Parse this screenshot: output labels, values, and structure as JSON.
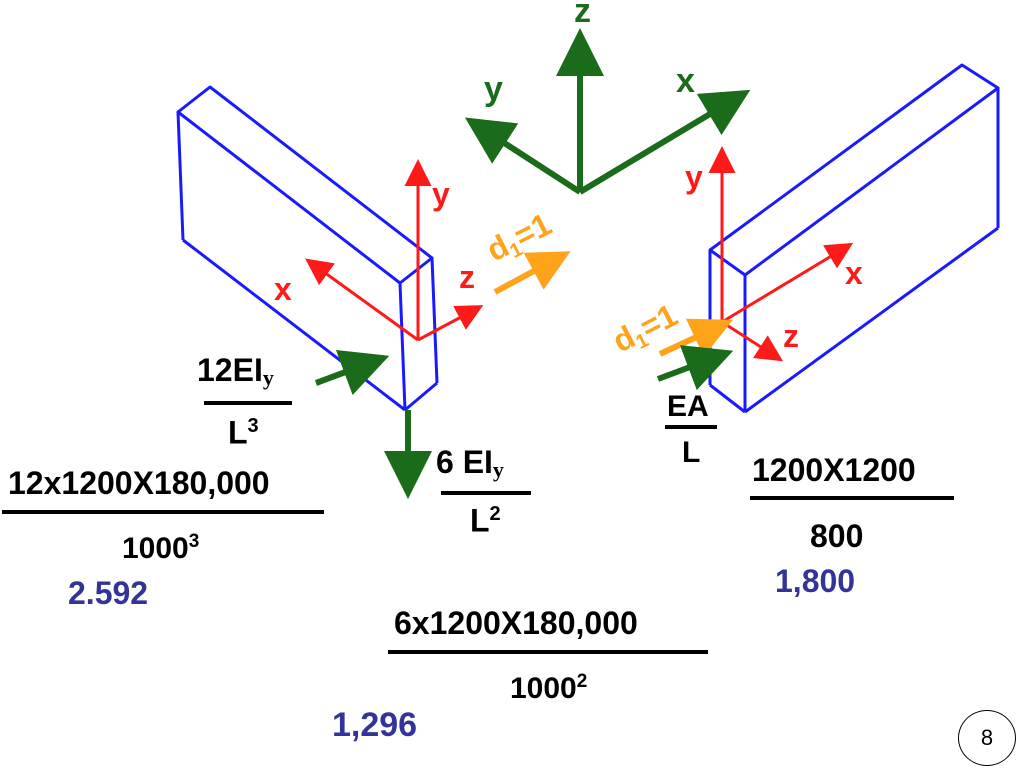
{
  "global_axes": {
    "z": "z",
    "y": "y",
    "x": "x"
  },
  "left_member_axes": {
    "y": "y",
    "x": "x",
    "z": "z"
  },
  "right_member_axes": {
    "y": "y",
    "x": "x",
    "z": "z"
  },
  "displacement_label": {
    "d": "d",
    "sub": "1",
    "eq": "=1"
  },
  "stiffness_shear": {
    "num_main": "12EI",
    "num_sub": "y",
    "den_main": "L",
    "den_sup": "3"
  },
  "stiffness_moment": {
    "num_main": "6 EI",
    "num_sub": "y",
    "den_main": "L",
    "den_sup": "2"
  },
  "stiffness_axial": {
    "num": "EA",
    "den": "L"
  },
  "calc_shear": {
    "numerator": "12x1200X180,000",
    "den_main": "1000",
    "den_sup": "3",
    "result": "2.592"
  },
  "calc_moment": {
    "numerator": "6x1200X180,000",
    "den_main": "1000",
    "den_sup": "2",
    "result": "1,296"
  },
  "calc_axial": {
    "numerator": "1200X1200",
    "denominator": "800",
    "result": "1,800"
  },
  "page_number": "8",
  "colors": {
    "member": "#1a1aff",
    "local_axes": "#ff1a1a",
    "global_axes": "#1a6b1a",
    "displacement": "#ffa31a",
    "result": "#333399"
  }
}
